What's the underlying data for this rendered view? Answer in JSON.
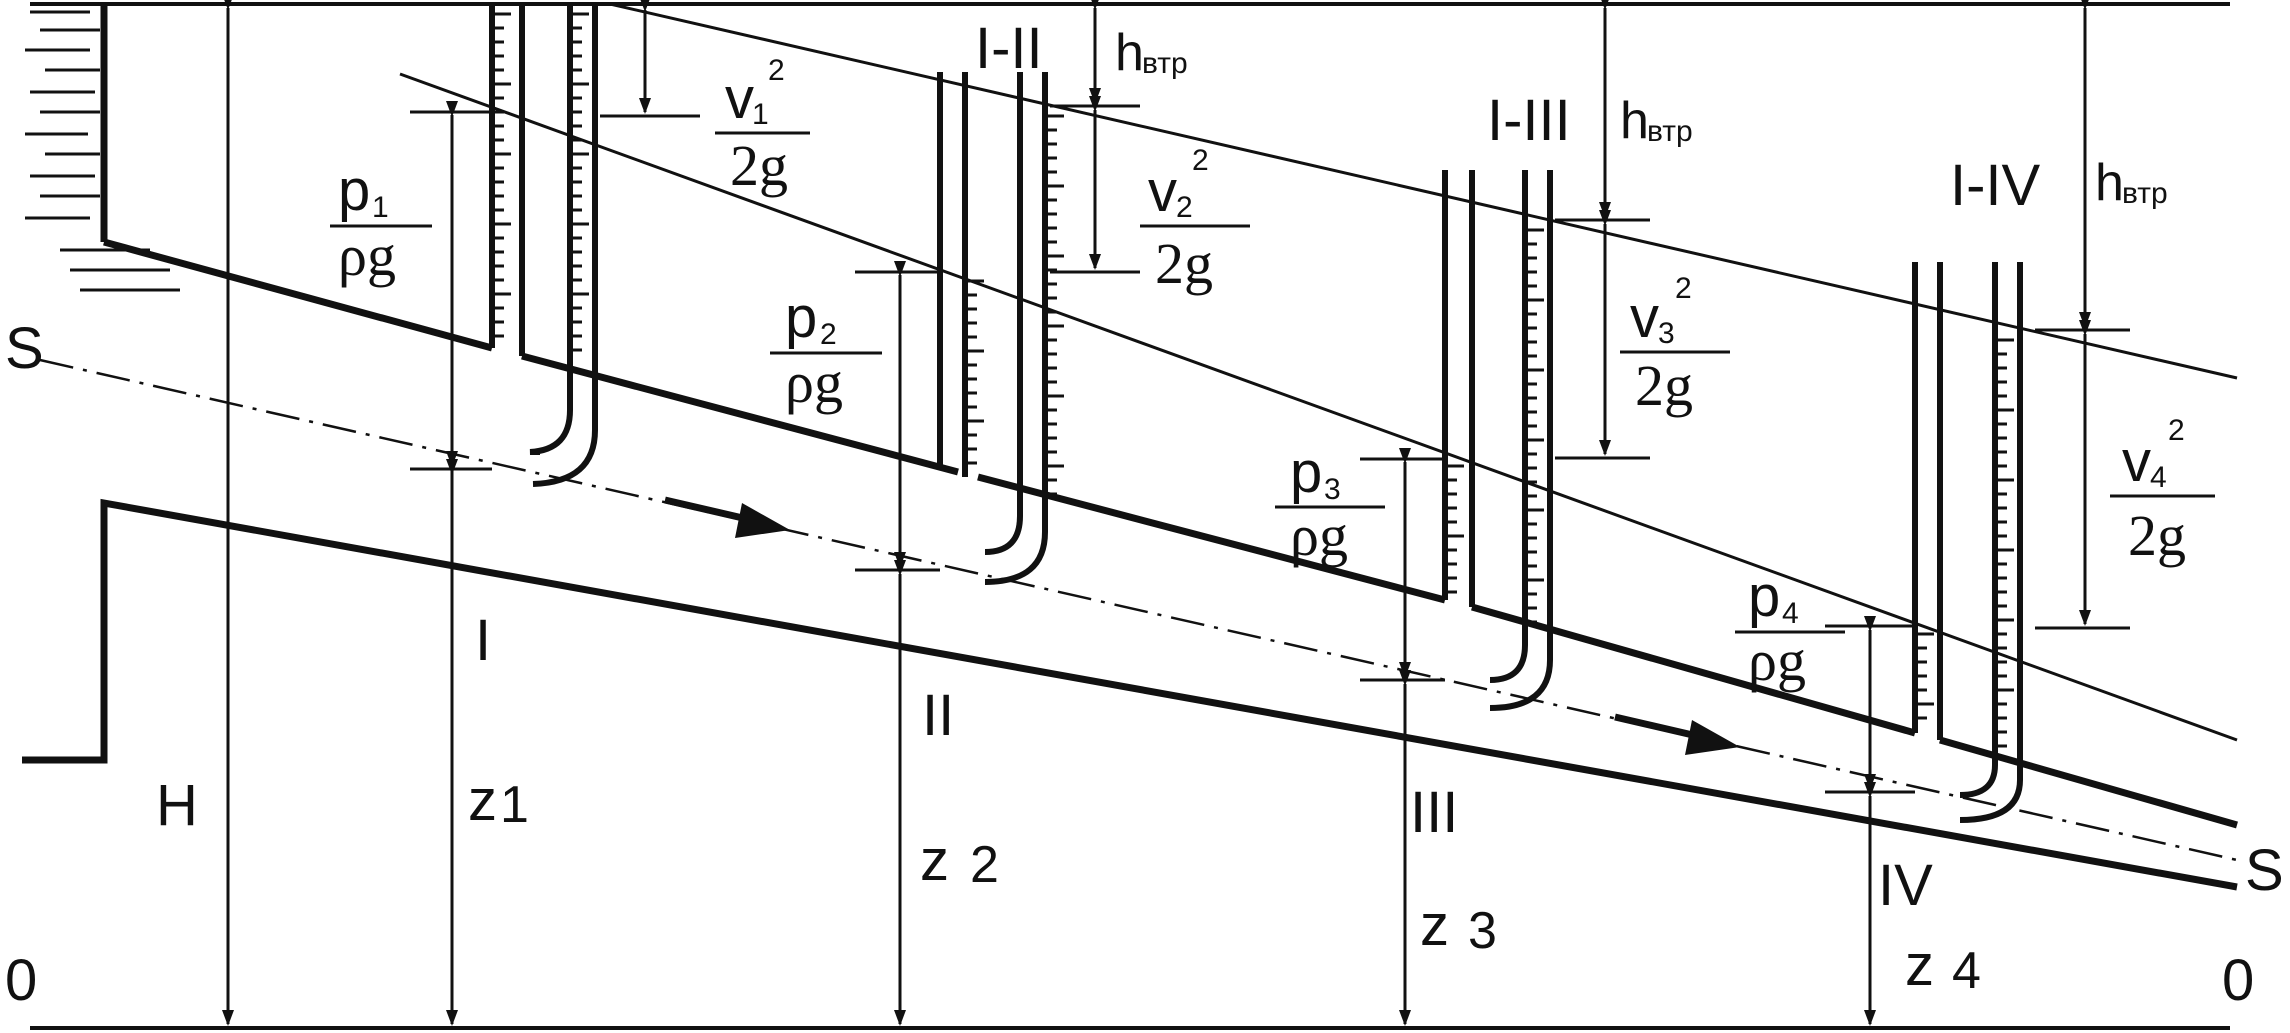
{
  "labels": {
    "datum_left": "0",
    "datum_right": "0",
    "s_left": "S",
    "s_right": "S",
    "H": "H",
    "sec_I": "I",
    "sec_II": "II",
    "sec_III": "III",
    "sec_IV": "IV",
    "lbl_I_II": "I-II",
    "lbl_I_III": "I-III",
    "lbl_I_IV": "I-IV",
    "h_loss": "h",
    "h_loss_sub": "втр",
    "z": "z",
    "z1": "1",
    "z2": "2",
    "z3": "3",
    "z4": "4",
    "p": "p",
    "p1": "1",
    "p2": "2",
    "p3": "3",
    "p4": "4",
    "rho_g": "ρg",
    "v": "v",
    "v1": "1",
    "v2": "2",
    "v3": "3",
    "v4": "4",
    "sq": "2",
    "two_g": "2g"
  }
}
